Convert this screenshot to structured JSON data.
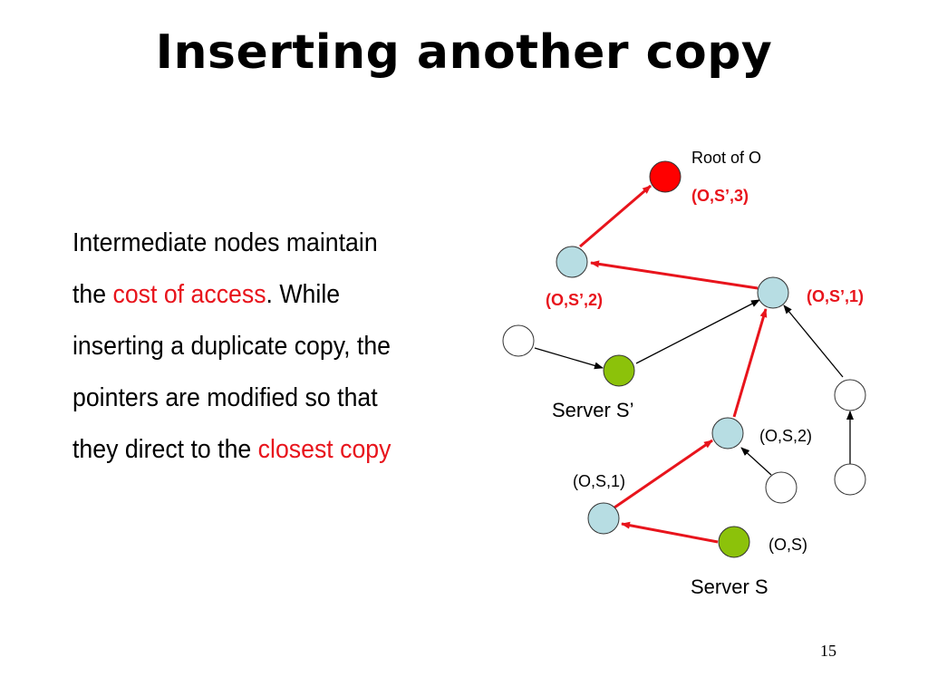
{
  "slide": {
    "title": "Inserting another copy",
    "page_number": "15"
  },
  "body": {
    "line1": "Intermediate nodes maintain",
    "line2_pre": "the ",
    "line2_highlight": "cost of access",
    "line2_post": ". While",
    "line3": "inserting a duplicate copy, the",
    "line4": "pointers are modified so that",
    "line5_pre": "they direct to the ",
    "line5_highlight": "closest copy"
  },
  "diagram": {
    "labels": {
      "root": "Root of O",
      "root_cost": "(O,S’,3)",
      "cost_s_prime_2": "(O,S’,2)",
      "cost_s_prime_1": "(O,S’,1)",
      "server_s_prime": "Server S’",
      "cost_s_2": "(O,S,2)",
      "cost_s_1": "(O,S,1)",
      "cost_s": "(O,S)",
      "server_s": "Server S"
    }
  },
  "colors": {
    "red": "#e8141c",
    "root_node": "#ff0000",
    "intermediate_node": "#b7dde3",
    "server_node": "#8cc20a",
    "leaf_node": "#ffffff"
  }
}
